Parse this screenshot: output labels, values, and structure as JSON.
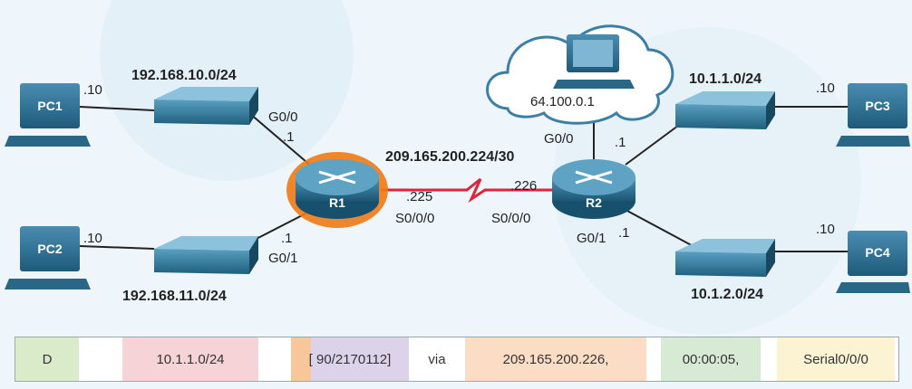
{
  "networks": {
    "lan1": "192.168.10.0/24",
    "lan2": "192.168.11.0/24",
    "lan3": "10.1.1.0/24",
    "lan4": "10.1.2.0/24",
    "wan": "209.165.200.224/30",
    "isp_ip": "64.100.0.1"
  },
  "devices": {
    "pc1": "PC1",
    "pc2": "PC2",
    "pc3": "PC3",
    "pc4": "PC4",
    "r1": "R1",
    "r2": "R2"
  },
  "interfaces": {
    "pc1_host": ".10",
    "pc2_host": ".10",
    "pc3_host": ".10",
    "pc4_host": ".10",
    "r1_g00": "G0/0",
    "r1_g00_ip": ".1",
    "r1_g01": "G0/1",
    "r1_g01_ip": ".1",
    "r1_s000": "S0/0/0",
    "r1_s000_ip": ".225",
    "r2_s000": "S0/0/0",
    "r2_s000_ip": ".226",
    "r2_g00": "G0/0",
    "r2_g00_ip": ".1",
    "r2_g01": "G0/1",
    "r2_g01_ip": ".1"
  },
  "route_entry": {
    "code": "D",
    "network": "10.1.1.0/24",
    "metric": "[ 90/2170112]",
    "via": "via",
    "next_hop": "209.165.200.226,",
    "age": "00:00:05,",
    "interface": "Serial0/0/0"
  },
  "colors": {
    "code_bg": "#d9ebc9",
    "network_bg": "#f6d3d6",
    "metric_ad_bg": "#f7c79a",
    "metric_bg": "#dcd3ea",
    "next_hop_bg": "#fbdcc4",
    "age_bg": "#d7ebd4",
    "interface_bg": "#fcf3d3",
    "highlight": "#f07a14",
    "serial_link": "#e0223a"
  }
}
